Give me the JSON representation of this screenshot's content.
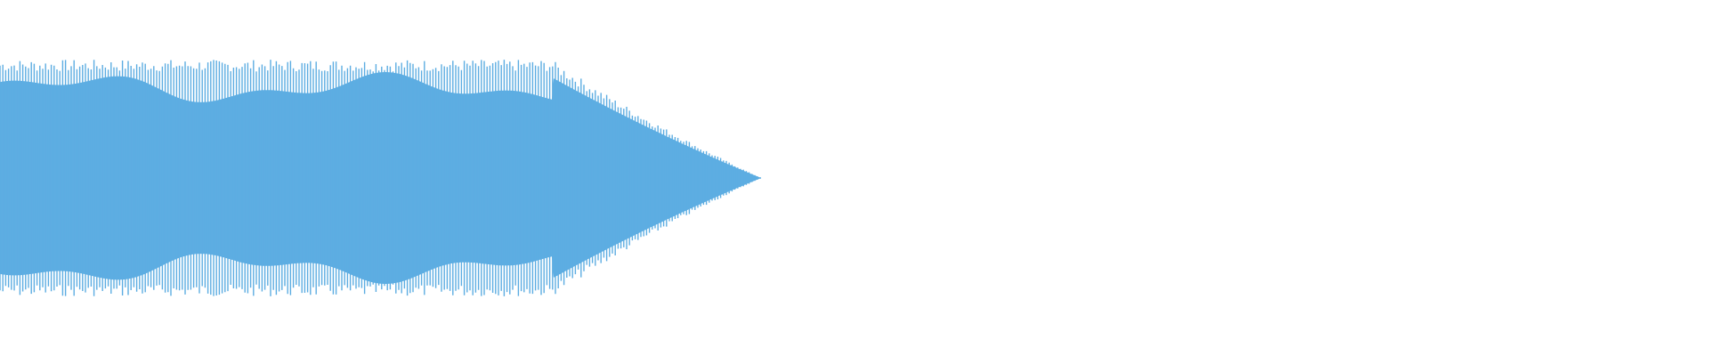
{
  "waveform": {
    "color": "#5dade2",
    "background": "#ffffff",
    "sample_count": 1000,
    "envelope": {
      "description_points_fraction_of_duration": [
        0.0,
        0.3,
        0.38,
        0.445
      ],
      "amplitude_levels": [
        0.85,
        0.85,
        0.75,
        0.0
      ]
    }
  }
}
